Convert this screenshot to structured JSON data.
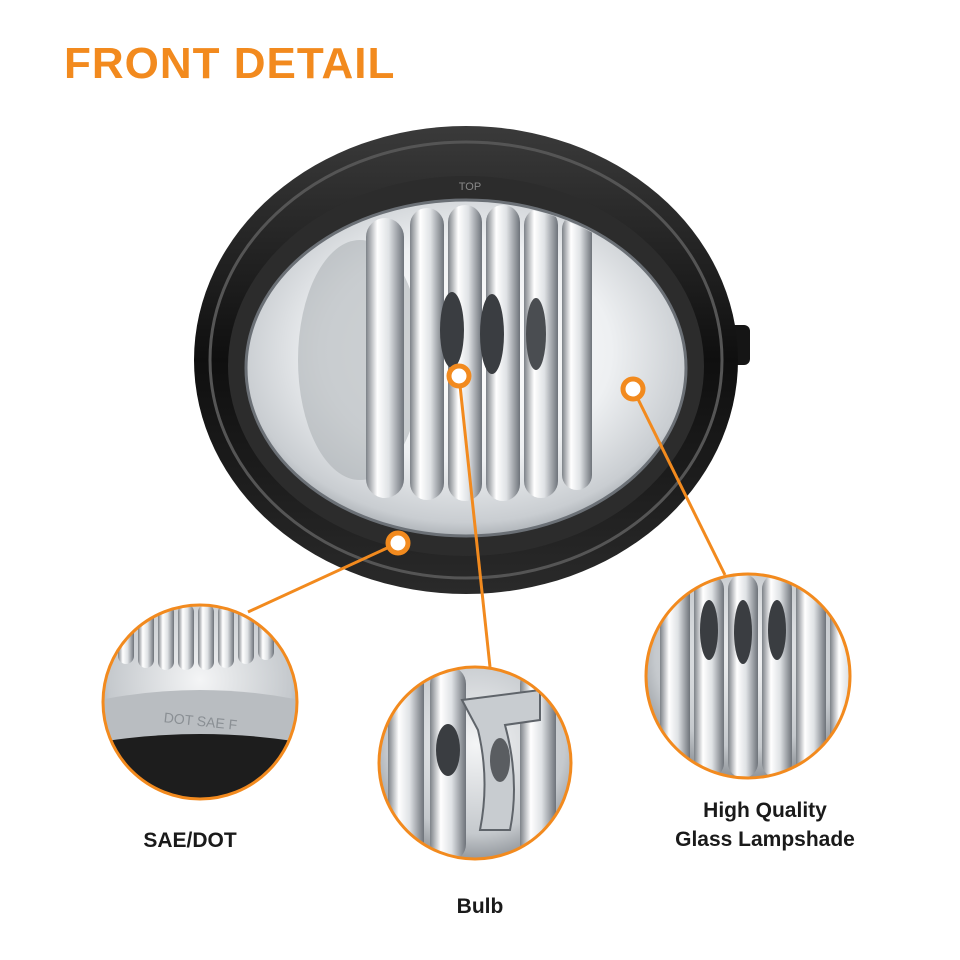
{
  "header": {
    "title": "FRONT DETAIL"
  },
  "callouts": {
    "sae_dot": "SAE/DOT",
    "bulb": "Bulb",
    "glass_line1": "High Quality",
    "glass_line2": "Glass Lampshade"
  },
  "lens_markings": {
    "top_text": "TOP",
    "rim_text": "DOT SAE F"
  },
  "colors": {
    "accent": "#f28a1e",
    "housing": "#1b1b1b",
    "text": "#1a1a1a"
  }
}
